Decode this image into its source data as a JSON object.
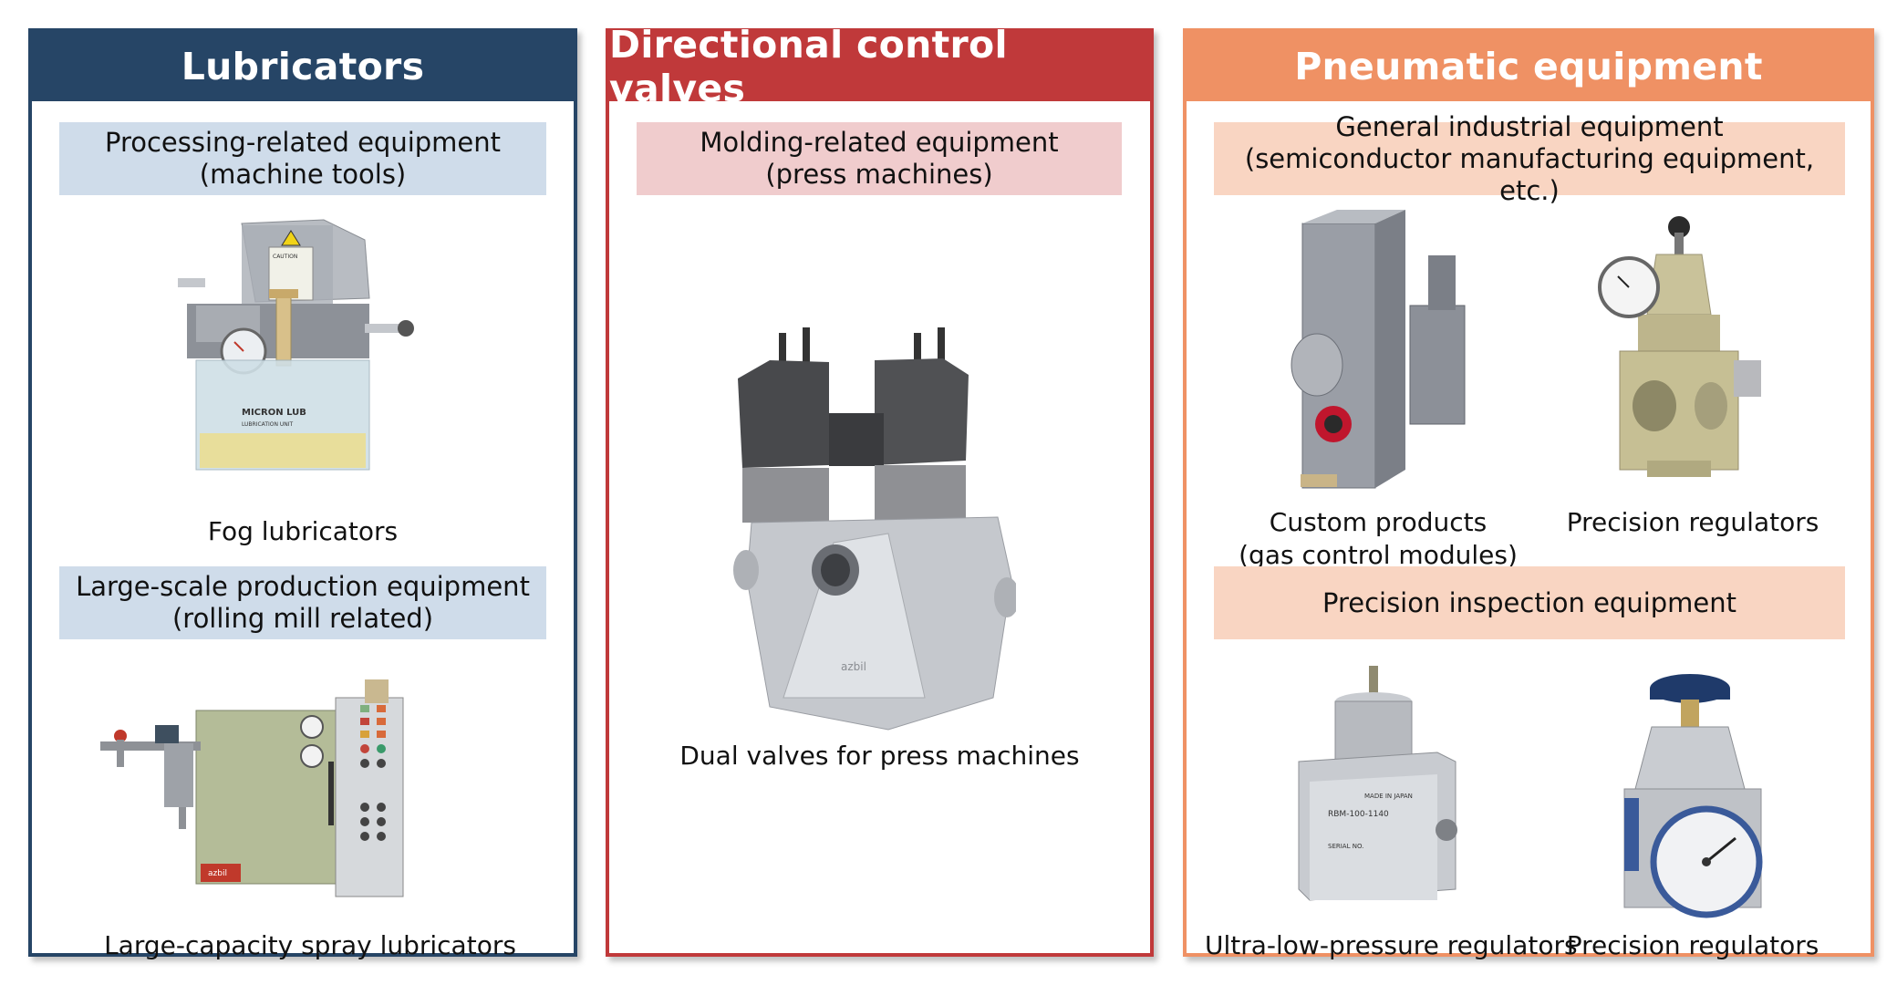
{
  "panels": [
    {
      "title": "Lubricators",
      "color": "#264566",
      "sections": [
        {
          "heading": [
            "Processing-related equipment",
            "(machine tools)"
          ],
          "items": [
            {
              "caption": [
                "Fog lubricators"
              ],
              "icon": "fog-lubricator-photo"
            }
          ]
        },
        {
          "heading": [
            "Large-scale production equipment",
            "(rolling mill related)"
          ],
          "items": [
            {
              "caption": [
                "Large-capacity spray lubricators"
              ],
              "icon": "spray-lubricator-photo"
            }
          ]
        }
      ]
    },
    {
      "title": "Directional control valves",
      "color": "#c0393a",
      "sections": [
        {
          "heading": [
            "Molding-related equipment",
            "(press machines)"
          ],
          "items": [
            {
              "caption": [
                "Dual valves for press machines"
              ],
              "icon": "dual-valve-photo"
            }
          ]
        }
      ]
    },
    {
      "title": "Pneumatic equipment",
      "color": "#ef9164",
      "sections": [
        {
          "heading": [
            "General industrial equipment",
            "(semiconductor manufacturing equipment, etc.)"
          ],
          "items": [
            {
              "caption": [
                "Custom products",
                "(gas control modules)"
              ],
              "icon": "gas-control-module-photo"
            },
            {
              "caption": [
                "Precision regulators"
              ],
              "icon": "precision-regulator-photo"
            }
          ]
        },
        {
          "heading": [
            "Precision inspection equipment"
          ],
          "items": [
            {
              "caption": [
                "Ultra-low-pressure regulators"
              ],
              "icon": "ultra-low-pressure-regulator-photo"
            },
            {
              "caption": [
                "Precision regulators"
              ],
              "icon": "precision-regulator-gauge-photo"
            }
          ]
        }
      ]
    }
  ],
  "labels": {
    "micron_lub": "MICRON LUB",
    "lubrication_unit": "LUBRICATION UNIT",
    "caution": "CAUTION",
    "azbil": "azbil",
    "made_in_japan": "MADE IN JAPAN",
    "model": "RBM-100-1140",
    "serial": "SERIAL NO."
  }
}
